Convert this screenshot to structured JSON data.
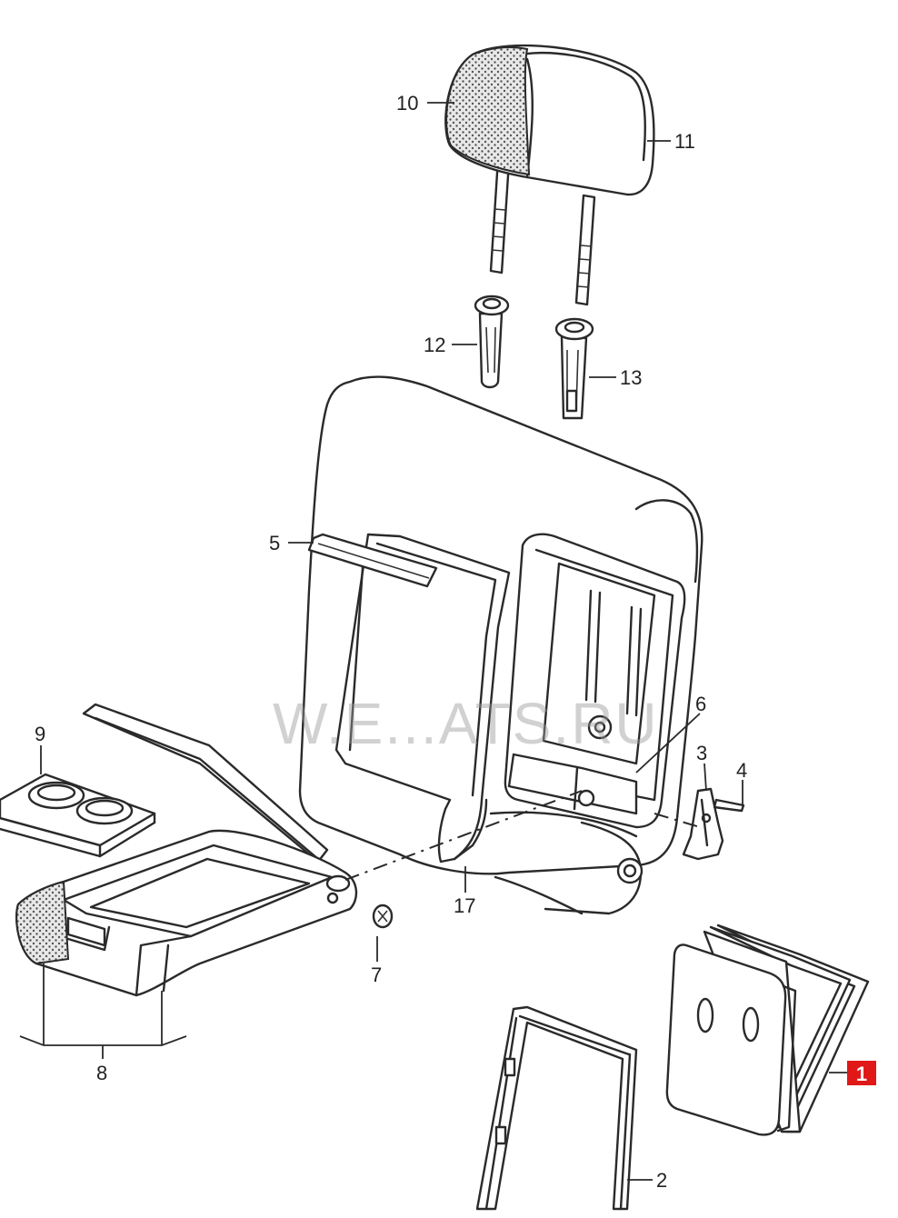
{
  "diagram": {
    "watermark": "W.E...ATS.RU",
    "highlight_color": "#e01818",
    "line_color": "#2a2a2a",
    "callouts": {
      "c1": "1",
      "c2": "2",
      "c3": "3",
      "c4": "4",
      "c5": "5",
      "c6": "6",
      "c7": "7",
      "c8": "8",
      "c9": "9",
      "c10": "10",
      "c11": "11",
      "c12": "12",
      "c13": "13",
      "c17": "17"
    }
  }
}
